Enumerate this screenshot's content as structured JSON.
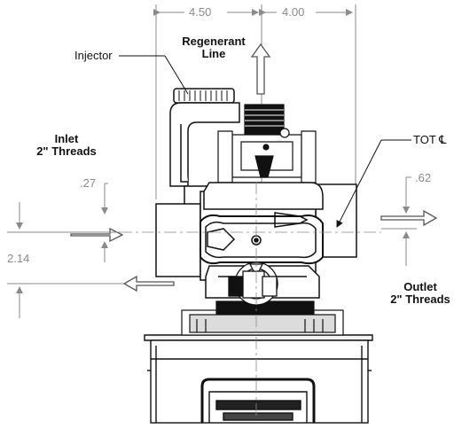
{
  "dimensions": {
    "top_left_width": "4.50",
    "top_right_width": "4.00",
    "inlet_offset": ".27",
    "outlet_offset": ".62",
    "inlet_outlet_drop": "2.14"
  },
  "labels": {
    "injector": "Injector",
    "regenerant_line_1": "Regenerant",
    "regenerant_line_2": "Line",
    "inlet_line_1": "Inlet",
    "inlet_line_2": "2\" Threads",
    "tot_cl": "TOT ℄",
    "outlet_line_1": "Outlet",
    "outlet_line_2": "2\" Threads"
  }
}
